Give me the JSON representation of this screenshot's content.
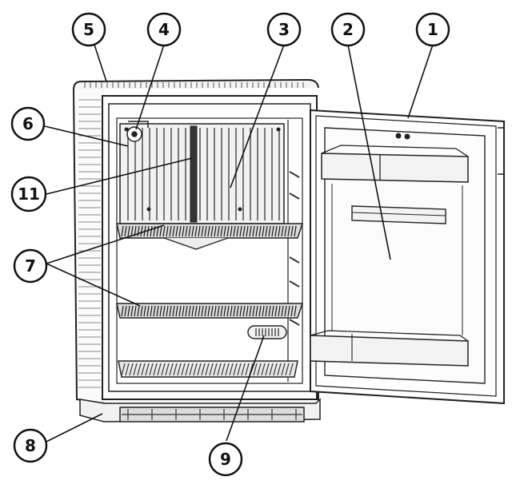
{
  "callouts": [
    {
      "id": "c1",
      "label": "1"
    },
    {
      "id": "c2",
      "label": "2"
    },
    {
      "id": "c3",
      "label": "3"
    },
    {
      "id": "c4",
      "label": "4"
    },
    {
      "id": "c5",
      "label": "5"
    },
    {
      "id": "c6",
      "label": "6"
    },
    {
      "id": "c11",
      "label": "11"
    },
    {
      "id": "c7",
      "label": "7"
    },
    {
      "id": "c8",
      "label": "8"
    },
    {
      "id": "c9",
      "label": "9"
    }
  ]
}
